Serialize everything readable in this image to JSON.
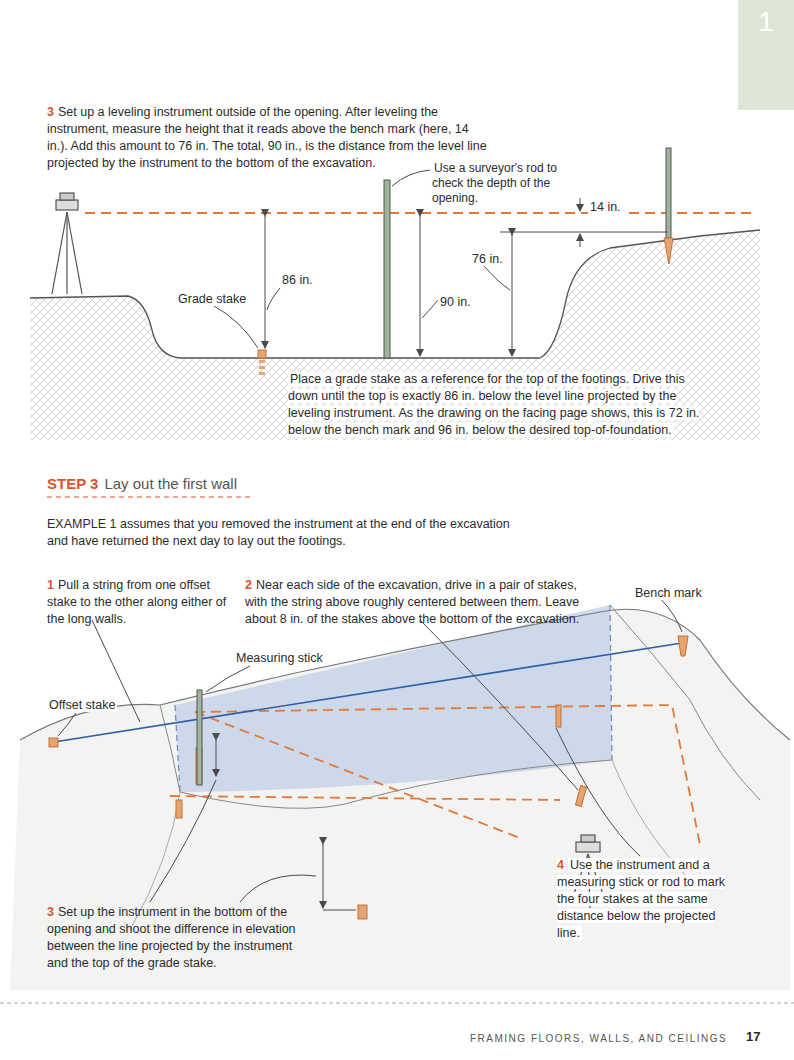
{
  "diagram": {
    "nodes": [
      {
        "text": [
          "1"
        ]
      }
    ],
    "labels": [
      "3",
      "Set up a leveling instrument outside of the opening. After leveling the instrument, measure the height that it reads above the bench mark (here, 14 in.). Add this amount to 76 in. The total, 90 in., is the distance from the level line projected by the instrument to the bottom of the excavation.",
      "Use a surveyor's rod to check the depth of the opening.",
      "14 in.",
      "76 in.",
      "86 in.",
      "Grade stake",
      "90 in.",
      "Place a grade stake as a reference for the top of the footings. Drive this down until the top is exactly 86 in. below the level line projected by the leveling instrument. As the drawing on the facing page shows, this is 72 in. below the bench mark and 96 in. below the desired top-of-foundation.",
      "STEP 3",
      "Lay out the first wall",
      "EXAMPLE 1 assumes that you removed the instrument at the end of the excavation and have returned the next day to lay out the footings.",
      "1",
      "Pull a string from one offset stake to the other along either of the long walls.",
      "2",
      "Near each side of the excavation, drive in a pair of stakes, with the string above roughly centered between them. Leave about 8 in. of the stakes above the bottom of the excavation.",
      "Bench mark",
      "Measuring stick",
      "Offset stake",
      "3",
      "Set up the instrument in the bottom of the opening and shoot the difference in elevation between the line projected by the instrument and the top of the grade stake.",
      "4",
      "Use the instrument and a measuring stick or rod to mark the four stakes at the same distance below the projected line.",
      "FRAMING FLOORS, WALLS, AND CEILINGS",
      "17"
    ]
  }
}
